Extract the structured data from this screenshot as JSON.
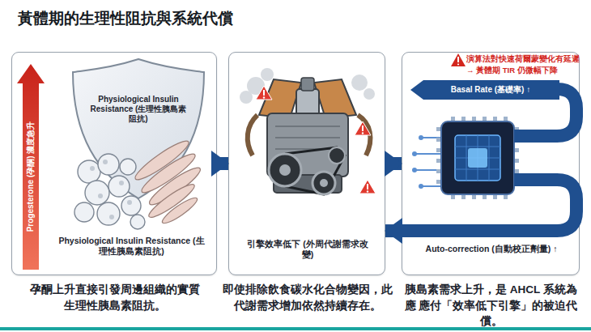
{
  "diagram": {
    "title": "黃體期的生理性阻抗與系統代償",
    "nodes": [
      {
        "text": [
          "Physiological Insulin Resistance (生理性胰島素阻抗)"
        ]
      },
      {
        "text": [
          "Progesterone (孕酮) 濃度急升"
        ],
        "in": 0
      },
      {
        "text": [
          "Physiological Insulin Resistance (生理性胰島素阻抗)"
        ],
        "in": 0
      },
      {
        "text": [
          "引擎效率低下 (外周代謝需求改變)"
        ]
      },
      {
        "text": [
          "Auto-correction (自動校正劑量) ↑"
        ]
      },
      {
        "text": [
          "Basal Rate (基礎率) ↑"
        ],
        "in": 4
      }
    ],
    "edges": [
      {
        "from": 0,
        "to": 3,
        "arrow": "to"
      },
      {
        "from": 3,
        "to": 4,
        "arrow": "to"
      },
      {
        "from": 4,
        "to": 3,
        "arrow": "to"
      }
    ],
    "labels": [
      "演算法對快速荷爾蒙變化有延遲",
      "→ 黃體期 TIR 仍微幅下降",
      "孕酮上升直接引發周邊組織的實質 生理性胰島素阻抗。",
      "即使排除飲食碳水化合物變因，此 代謝需求增加依然持續存在。",
      "胰島素需求上升，是 AHCL 系統為應 應付「效率低下引擎」的被迫代償。"
    ]
  }
}
